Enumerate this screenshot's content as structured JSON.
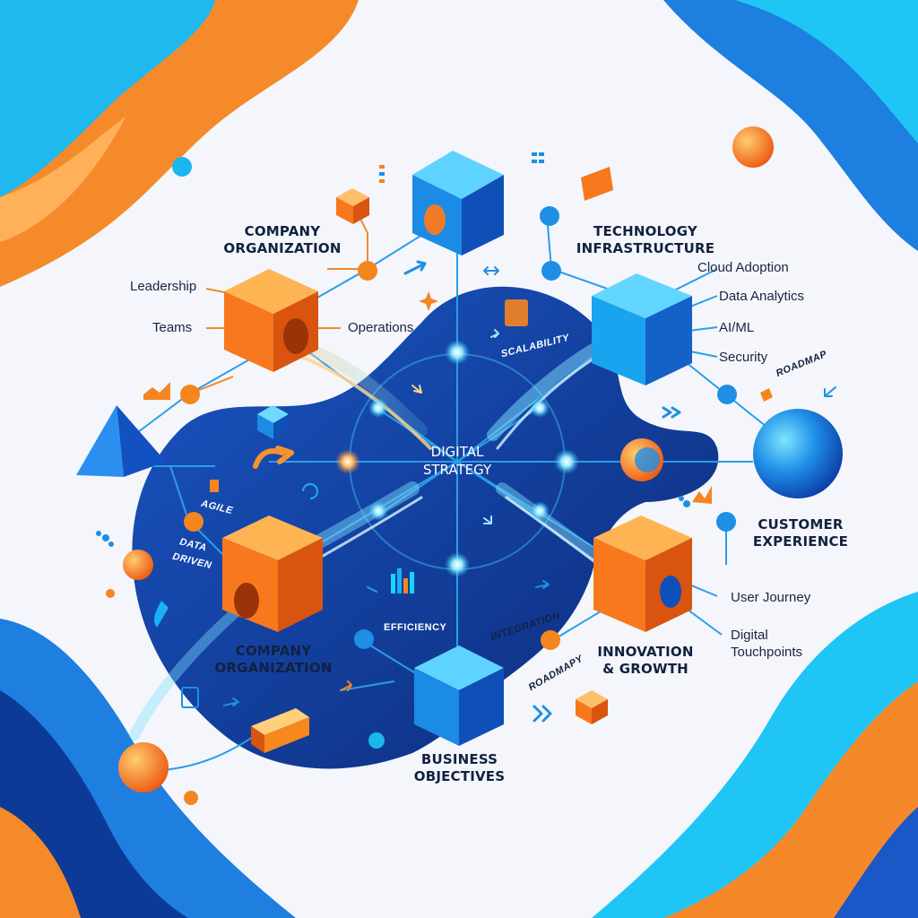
{
  "center": {
    "line1": "DIGITAL",
    "line2": "STRATEGY"
  },
  "nodes": {
    "company_top": {
      "line1": "COMPANY",
      "line2": "ORGANIZATION",
      "items": [
        "Leadership",
        "Teams",
        "Operations"
      ]
    },
    "technology": {
      "line1": "TECHNOLOGY",
      "line2": "INFRASTRUCTURE",
      "items": [
        "Cloud Adoption",
        "Data Analytics",
        "AI/ML",
        "Security"
      ]
    },
    "customer": {
      "line1": "CUSTOMER",
      "line2": "EXPERIENCE",
      "items": [
        "User Journey",
        "Digital",
        "Touchpoints"
      ]
    },
    "innovation": {
      "line1": "INNOVATION",
      "line2": "& GROWTH"
    },
    "business": {
      "line1": "BUSINESS",
      "line2": "OBJECTIVES"
    },
    "company_bottom": {
      "line1": "COMPANY",
      "line2": "ORGANIZATION"
    }
  },
  "tags": {
    "scalability": "SCALABILITY",
    "roadmap_right": "ROADMAP",
    "agile": "AGILE",
    "data": "DATA",
    "driven": "DRIVEN",
    "efficiency": "EFFICIENCY",
    "integration": "INTEGRATION",
    "roadmapy": "ROADMAPY"
  },
  "colors": {
    "orange": "#f47a1f",
    "blue": "#1e88e5",
    "navy": "#0f3a8a",
    "cyan": "#19c3f0"
  }
}
